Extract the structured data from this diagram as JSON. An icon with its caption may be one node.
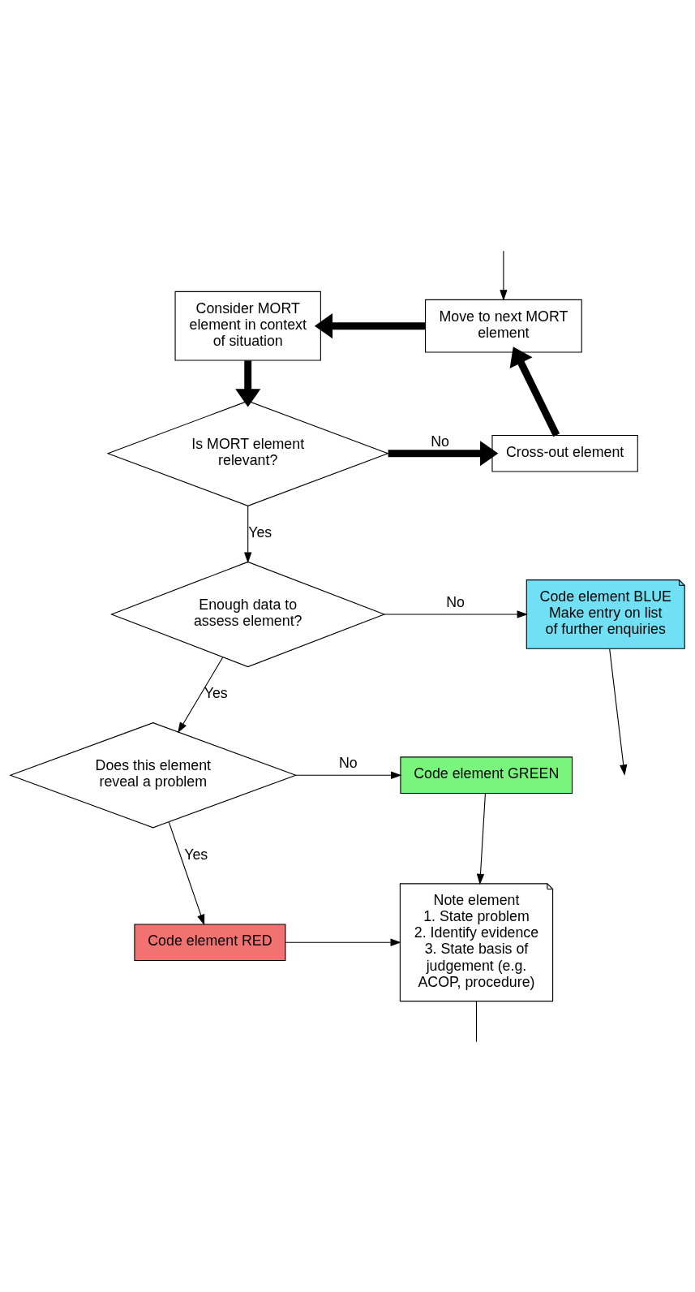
{
  "diagram": {
    "nodes": [
      {
        "text": [
          "Consider MORT element in context of situation"
        ]
      },
      {
        "text": [
          "Move to next MORT element"
        ]
      },
      {
        "text": [
          "Is MORT element relevant?"
        ]
      },
      {
        "text": [
          "Cross-out element"
        ]
      },
      {
        "text": [
          "Enough data to assess element?"
        ]
      },
      {
        "text": [
          "Code element BLUE",
          "Make entry on list of further enquiries"
        ]
      },
      {
        "text": [
          "Does this element reveal a problem"
        ]
      },
      {
        "text": [
          "Code element GREEN"
        ]
      },
      {
        "text": [
          "Code element RED"
        ]
      },
      {
        "text": [
          "Note element",
          "1. State problem",
          "2. Identify evidence",
          "3. State basis of judgement (e.g. ACOP, procedure)"
        ]
      }
    ],
    "edges": [
      {
        "from": 1,
        "to": 0,
        "arrow": "to",
        "style": "thick"
      },
      {
        "from": 0,
        "to": 2,
        "arrow": "to",
        "style": "thick"
      },
      {
        "from": 2,
        "to": 3,
        "arrow": "to",
        "label": "No",
        "style": "thick"
      },
      {
        "from": 3,
        "to": 1,
        "arrow": "to",
        "style": "thick"
      },
      {
        "from": null,
        "to": 1,
        "arrow": "to"
      },
      {
        "from": 2,
        "to": 4,
        "arrow": "to",
        "label": "Yes"
      },
      {
        "from": 4,
        "to": 5,
        "arrow": "to",
        "label": "No"
      },
      {
        "from": 5,
        "to": null,
        "arrow": "to"
      },
      {
        "from": 4,
        "to": 6,
        "arrow": "to",
        "label": "Yes"
      },
      {
        "from": 6,
        "to": 7,
        "arrow": "to",
        "label": "No"
      },
      {
        "from": 6,
        "to": 8,
        "arrow": "to",
        "label": "Yes"
      },
      {
        "from": 7,
        "to": 9,
        "arrow": "to"
      },
      {
        "from": 8,
        "to": 9,
        "arrow": "to"
      },
      {
        "from": 9,
        "to": null,
        "arrow": "none"
      }
    ]
  }
}
